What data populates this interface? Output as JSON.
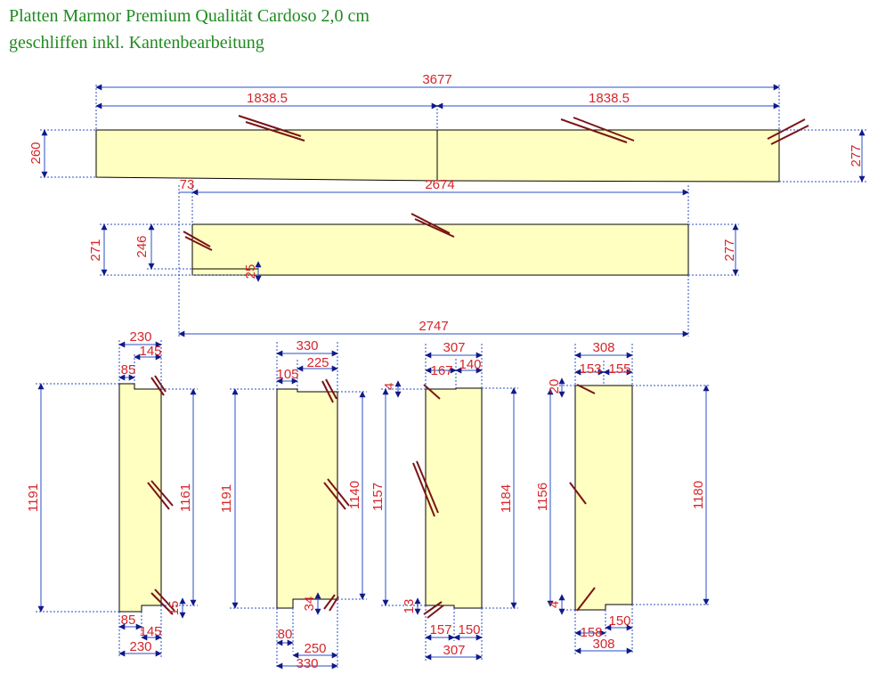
{
  "title": {
    "line1": "Platten Marmor Premium Qualität Cardoso 2,0 cm",
    "line2": "geschliffen inkl. Kantenbearbeitung"
  },
  "colors": {
    "title": "#1f8a1f",
    "slab_fill": "#ffffc2",
    "dimension_line": "#2a4fc4",
    "dimension_text": "#d6262a",
    "grain_mark": "#7a1416"
  },
  "dimensions": {
    "top_total": "3677",
    "top_left": "1838.5",
    "top_right": "1838.5",
    "top_left_h": "260",
    "top_right_h": "277",
    "mid_top": "2674",
    "mid_offset": "73",
    "mid_bottom": "2747",
    "mid_h_outer": "271",
    "mid_h_inner": "246",
    "mid_step": "25",
    "mid_right_h": "277",
    "p1_top_w": "230",
    "p1_top_cut": "145",
    "p1_top_notch": "85",
    "p1_left_h": "1191",
    "p1_right_h": "1161",
    "p1_step": "15",
    "p1_bot_notch": "85",
    "p1_bot_cut": "145",
    "p1_bot_w": "230",
    "p2_top_w": "330",
    "p2_top_cut": "225",
    "p2_top_notch": "105",
    "p2_left_h": "1191",
    "p2_right_h": "1140",
    "p2_step": "34",
    "p2_bot_notch": "80",
    "p2_bot_cut": "250",
    "p2_bot_w": "330",
    "p3_top_w": "307",
    "p3_top_notch": "167",
    "p3_top_cut": "140",
    "p3_step_top": "4",
    "p3_left_h": "1157",
    "p3_right_h": "1184",
    "p3_step_bot": "13",
    "p3_bot_notch": "157",
    "p3_bot_cut": "150",
    "p3_bot_w": "307",
    "p4_top_w": "308",
    "p4_top_notch": "153",
    "p4_top_cut": "155",
    "p4_step_top": "20",
    "p4_left_h": "1156",
    "p4_right_h": "1180",
    "p4_step_bot": "4",
    "p4_bot_notch": "158",
    "p4_bot_cut": "150",
    "p4_bot_w": "308"
  }
}
